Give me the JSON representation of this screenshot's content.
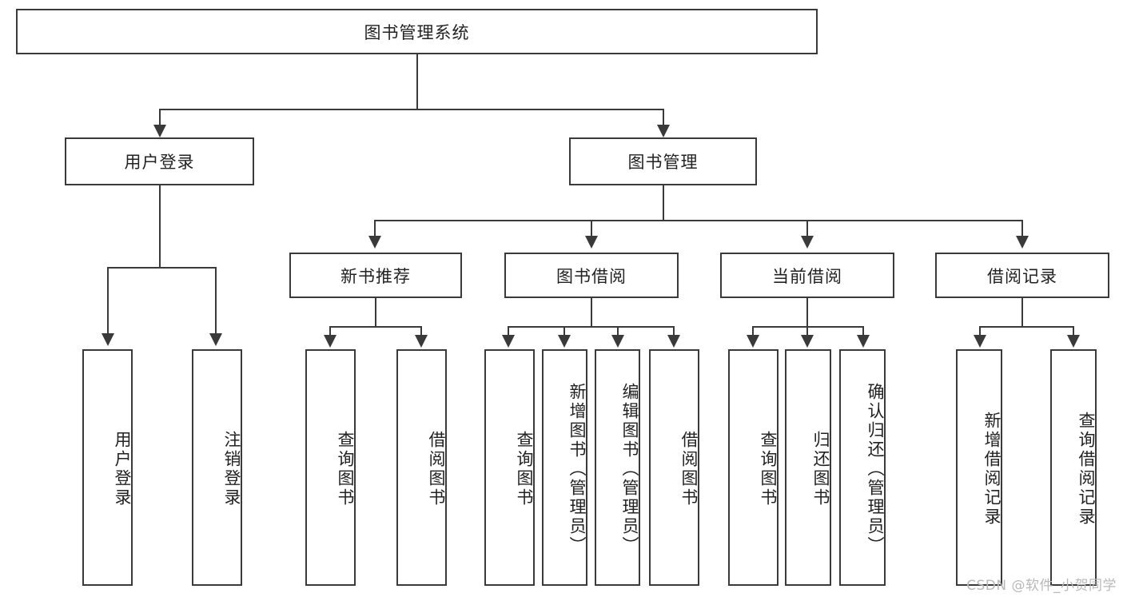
{
  "diagram": {
    "type": "tree-hierarchy-chart",
    "title": "图书管理系统",
    "watermark": "CSDN @软件_小贺同学",
    "colors": {
      "stroke": "#3a3a3a",
      "fill": "#ffffff",
      "text": "#222222",
      "watermark": "#b9b9b9"
    },
    "root": {
      "label": "图书管理系统"
    },
    "level2": [
      {
        "label": "用户登录"
      },
      {
        "label": "图书管理"
      }
    ],
    "level3": [
      {
        "label": "新书推荐"
      },
      {
        "label": "图书借阅"
      },
      {
        "label": "当前借阅"
      },
      {
        "label": "借阅记录"
      }
    ],
    "leaves": {
      "user_login": [
        {
          "label": "用户登录"
        },
        {
          "label": "注销登录"
        }
      ],
      "new_book": [
        {
          "label": "查询图书"
        },
        {
          "label": "借阅图书"
        }
      ],
      "book_borrow": [
        {
          "label": "查询图书"
        },
        {
          "label": "新增图书（管理员）"
        },
        {
          "label": "编辑图书（管理员）"
        },
        {
          "label": "借阅图书"
        }
      ],
      "current_borrow": [
        {
          "label": "查询图书"
        },
        {
          "label": "归还图书"
        },
        {
          "label": "确认归还（管理员）"
        }
      ],
      "borrow_record": [
        {
          "label": "新增借阅记录"
        },
        {
          "label": "查询借阅记录"
        }
      ]
    }
  }
}
